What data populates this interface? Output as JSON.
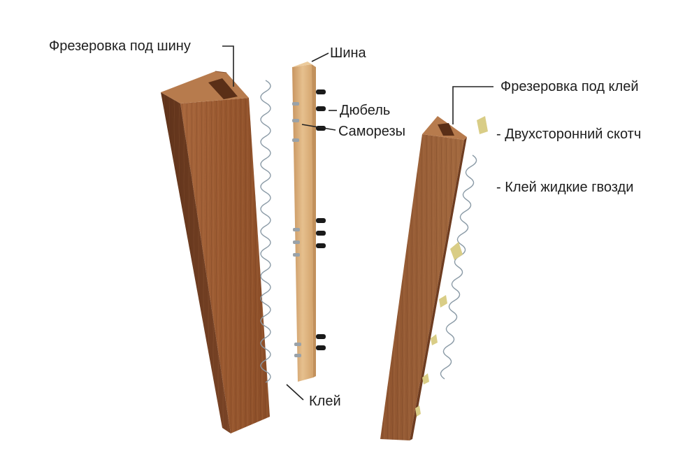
{
  "labels": {
    "milling_rail": "Фрезеровка под шину",
    "rail": "Шина",
    "dowel": "Дюбель",
    "screws": "Саморезы",
    "glue": "Клей",
    "milling_glue": "Фрезеровка под клей",
    "tape": "- Двухсторонний скотч",
    "liquid_nails": "- Клей жидкие гвозди"
  },
  "colors": {
    "wood_front": "#9a5b34",
    "wood_side": "#6e3c20",
    "wood_top": "#b57a4c",
    "rail": "#ddb27c",
    "tape": "#d9cd86",
    "leader": "#222222"
  }
}
